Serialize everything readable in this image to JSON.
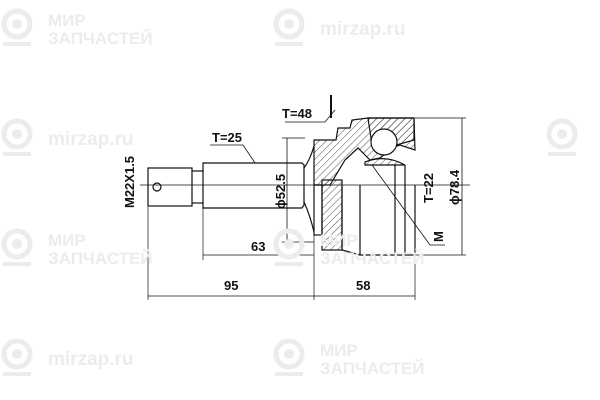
{
  "watermark": {
    "brand_line1": "МИР",
    "brand_line2": "ЗАПЧАСТЕЙ",
    "url": "mirzap.ru"
  },
  "dimensions": {
    "thread": "M22X1.5",
    "teeth_shaft": "T=25",
    "teeth_abs": "T=48",
    "teeth_inner": "T=22",
    "shaft_diameter": "ϕ52.5",
    "outer_diameter": "ϕ78.4",
    "length_63": "63",
    "length_95": "95",
    "length_58": "58",
    "thread_mark": "M"
  }
}
